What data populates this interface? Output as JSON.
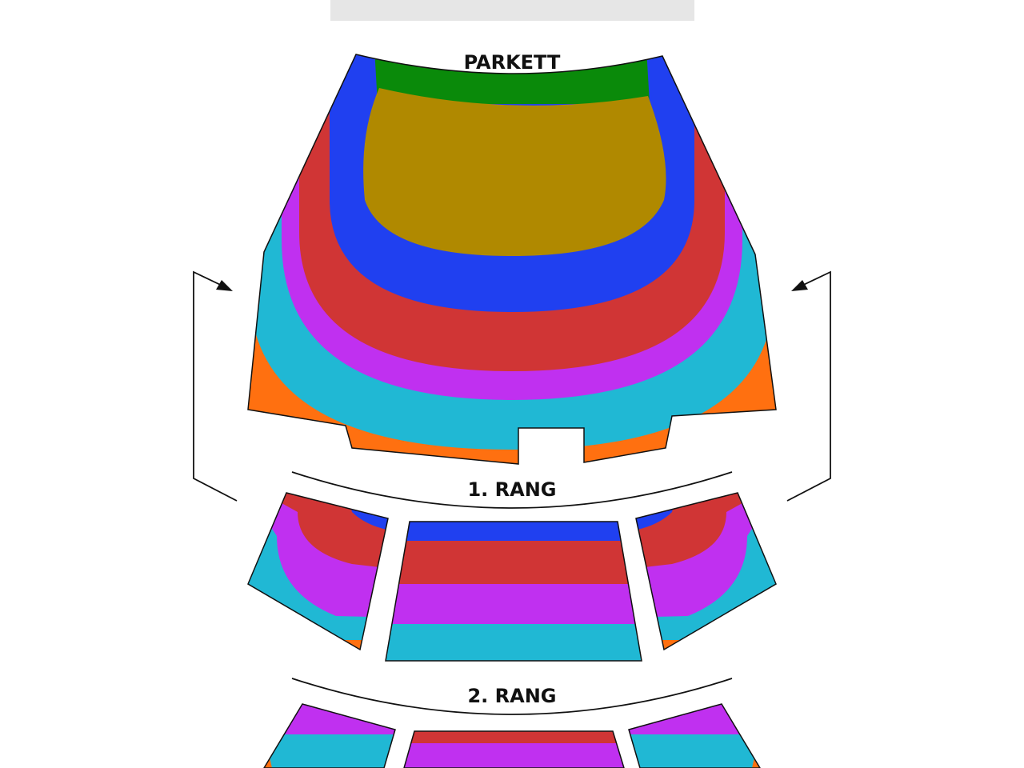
{
  "stage": {
    "label": ""
  },
  "sections": {
    "parkett": {
      "label": "PARKETT"
    },
    "rang1": {
      "label": "1. RANG"
    },
    "rang2": {
      "label": "2. RANG"
    }
  },
  "zone_colors": {
    "zone_1": "#B08900",
    "zone_2": "#0A8A0A",
    "zone_3": "#2040F0",
    "zone_4": "#D03535",
    "zone_5": "#C030F0",
    "zone_6": "#20B8D4",
    "zone_7": "#FF7010"
  },
  "icons": [
    "arrow-left-icon",
    "arrow-right-icon"
  ]
}
